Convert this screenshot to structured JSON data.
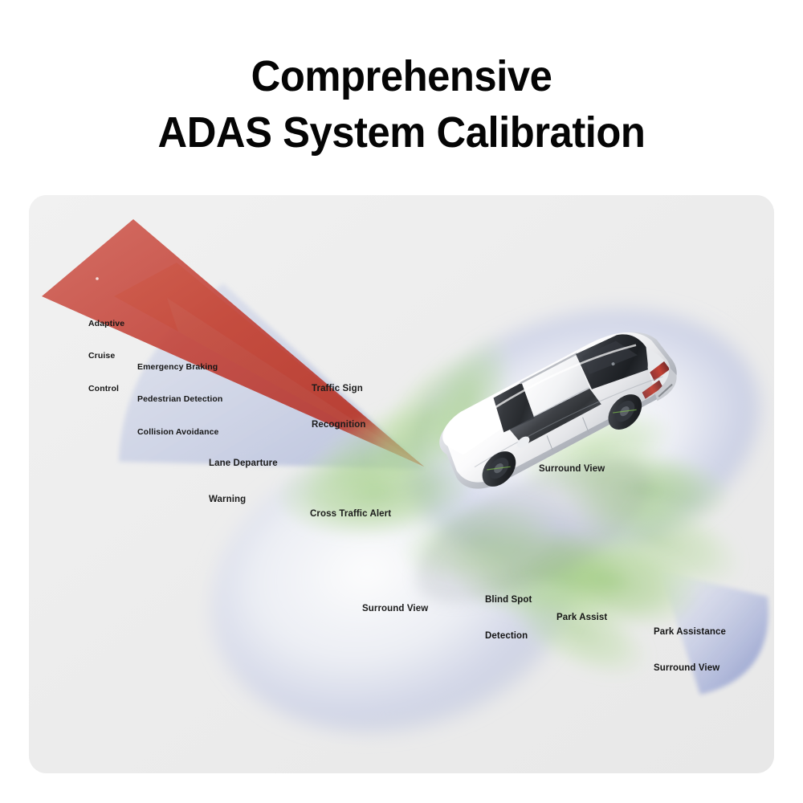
{
  "heading": {
    "line1": "Comprehensive",
    "line2": "ADAS System Calibration"
  },
  "diagram": {
    "vehicle_name": "adas-vehicle-illustration",
    "colors": {
      "panel_background": "#ececec",
      "adaptive_cruise_cone": "#c03a32",
      "emergency_braking_cone": "#e08a3c",
      "lane_departure_cone": "#aeb8dd",
      "surround_view_zone": "#b9c0de",
      "proximity_lobe": "#9fca7e",
      "park_assistance_fan": "#8b97cf",
      "label_text": "#151515"
    },
    "labels": [
      {
        "id": "adaptive-cruise-control",
        "text": "Adaptive\nCruise\nControl"
      },
      {
        "id": "emergency-braking",
        "text": "Emergency Braking\nPedestrian Detection\nCollision Avoidance"
      },
      {
        "id": "traffic-sign-recognition",
        "text": "Traffic Sign\nRecognition"
      },
      {
        "id": "lane-departure-warning",
        "text": "Lane Departure\nWarning"
      },
      {
        "id": "cross-traffic-alert",
        "text": "Cross Traffic Alert"
      },
      {
        "id": "surround-view-front",
        "text": "Surround View"
      },
      {
        "id": "surround-view-rear",
        "text": "Surround View"
      },
      {
        "id": "blind-spot-detection",
        "text": "Blind Spot\nDetection"
      },
      {
        "id": "park-assist",
        "text": "Park Assist"
      },
      {
        "id": "park-assistance-surround-view",
        "text": "Park Assistance\nSurround View"
      }
    ],
    "label_text": {
      "adaptive_cruise_control_l1": "Adaptive",
      "adaptive_cruise_control_l2": "Cruise",
      "adaptive_cruise_control_l3": "Control",
      "emergency_braking_l1": "Emergency Braking",
      "emergency_braking_l2": "Pedestrian Detection",
      "emergency_braking_l3": "Collision Avoidance",
      "traffic_sign_recognition_l1": "Traffic Sign",
      "traffic_sign_recognition_l2": "Recognition",
      "lane_departure_warning_l1": "Lane Departure",
      "lane_departure_warning_l2": "Warning",
      "cross_traffic_alert": "Cross Traffic Alert",
      "surround_view_front": "Surround View",
      "surround_view_rear": "Surround View",
      "blind_spot_detection_l1": "Blind Spot",
      "blind_spot_detection_l2": "Detection",
      "park_assist": "Park Assist",
      "park_assistance_surround_view_l1": "Park Assistance",
      "park_assistance_surround_view_l2": "Surround View"
    }
  }
}
